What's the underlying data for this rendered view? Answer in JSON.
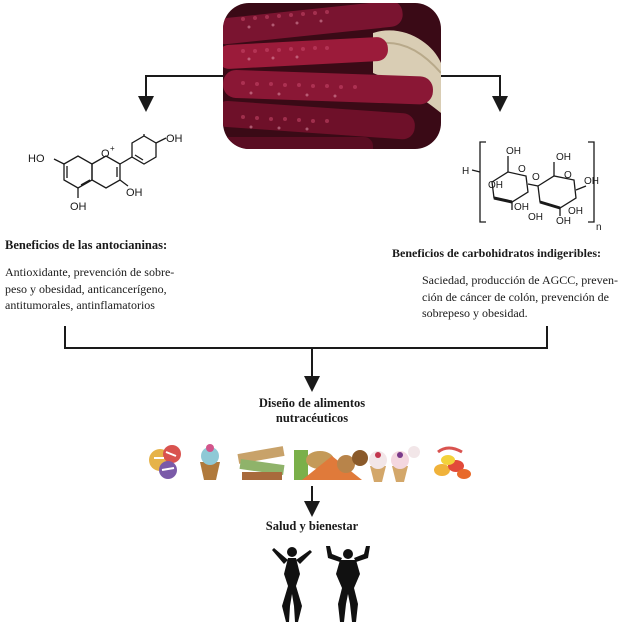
{
  "left_panel": {
    "molecule": {
      "labels": [
        "HO",
        "O",
        "+",
        "OH",
        "OH",
        "OH"
      ]
    },
    "heading": "Beneficios de las antocianinas:",
    "body_lines": [
      "Antioxidante, prevención de sobre-",
      "peso y obesidad, anticancerígeno,",
      "antitumorales, antinflamatorios"
    ]
  },
  "right_panel": {
    "molecule": {
      "labels": [
        "H",
        "OH",
        "O",
        "O",
        "OH",
        "OH",
        "O",
        "OH",
        "OH",
        "OH",
        "OH",
        "OH",
        "n"
      ]
    },
    "heading": "Beneficios de carbohidratos indigeribles:",
    "body_lines": [
      "Saciedad, producción de AGCC, preven-",
      "ción de cáncer de colón, prevención de",
      "sobrepeso y obesidad."
    ]
  },
  "center": {
    "design_lines": [
      "Diseño de alimentos",
      "nutracéuticos"
    ],
    "outcome": "Salud y bienestar"
  },
  "colors": {
    "corn_dark": "#4a0d1e",
    "corn_red": "#9b1b3a",
    "corn_pink": "#c8486a",
    "husk": "#d9cdb4",
    "line": "#1a1a1a"
  }
}
